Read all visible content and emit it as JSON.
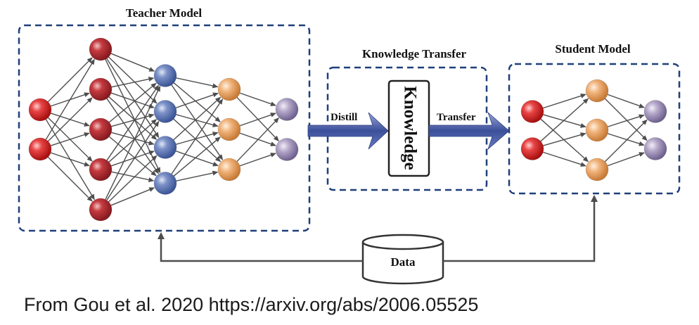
{
  "teacher": {
    "title": "Teacher Model",
    "layers": [
      {
        "count": 2,
        "color": "red"
      },
      {
        "count": 5,
        "color": "darkred"
      },
      {
        "count": 4,
        "color": "blue"
      },
      {
        "count": 3,
        "color": "orange"
      },
      {
        "count": 2,
        "color": "purple"
      }
    ]
  },
  "student": {
    "title": "Student Model",
    "layers": [
      {
        "count": 2,
        "color": "red"
      },
      {
        "count": 3,
        "color": "orange"
      },
      {
        "count": 2,
        "color": "purple"
      }
    ]
  },
  "transfer": {
    "title": "Knowledge Transfer",
    "distill_label": "Distill",
    "knowledge_label": "Knowledge",
    "transfer_label": "Transfer"
  },
  "data_label": "Data",
  "caption": "From Gou et al. 2020 https://arxiv.org/abs/2006.05525",
  "colors": {
    "box_border": "#1f3f7a",
    "arrow": "#4a5fa8",
    "edge": "#4d4d4d",
    "red": "#d92b2b",
    "darkred": "#b52a2f",
    "blue": "#5f78b8",
    "orange": "#e8a060",
    "purple": "#9d8fb3"
  }
}
